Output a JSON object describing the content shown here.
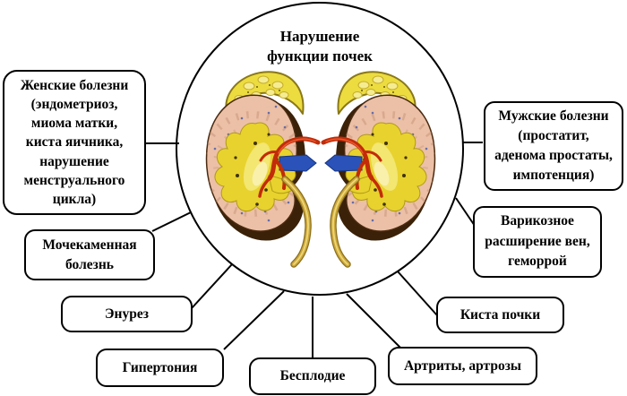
{
  "page": {
    "background": "#ffffff"
  },
  "diagram": {
    "title": "Нарушение\nфункции почек",
    "center": {
      "shape": "circle",
      "illustration": "kidneys-cross-section"
    },
    "nodes": [
      {
        "id": "female-diseases",
        "label": "Женские болезни\n(эндометриоз,\nмиома матки,\nкиста яичника,\nнарушение\nменструального\nцикла)"
      },
      {
        "id": "urolithiasis",
        "label": "Мочекаменная\nболезнь"
      },
      {
        "id": "enuresis",
        "label": "Энурез"
      },
      {
        "id": "hypertension",
        "label": "Гипертония"
      },
      {
        "id": "infertility",
        "label": "Бесплодие"
      },
      {
        "id": "arthritis-arthrosis",
        "label": "Артриты, артрозы"
      },
      {
        "id": "kidney-cyst",
        "label": "Киста почки"
      },
      {
        "id": "varicose-veins",
        "label": "Варикозное\nрасширение вен,\nгеморрой"
      },
      {
        "id": "male-diseases",
        "label": "Мужские болезни\n(простатит,\nаденома простаты,\nимпотенция)"
      }
    ],
    "colors": {
      "outline": "#000000",
      "box_fill": "#ffffff",
      "kidney_cortex": "#ecc0a6",
      "kidney_capsule": "#3a2108",
      "renal_pelvis": "#e8d22e",
      "adrenal_gland": "#ecdc40",
      "renal_artery": "#c22c08",
      "renal_vein": "#2a52b8",
      "ureter": "#cfa93a"
    }
  }
}
